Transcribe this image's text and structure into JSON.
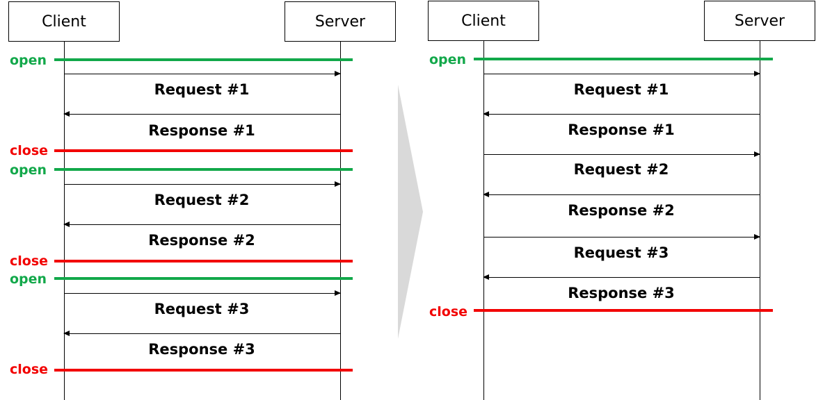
{
  "left": {
    "client_label": "Client",
    "server_label": "Server",
    "open_label": "open",
    "close_label": "close",
    "messages": [
      "Request #1",
      "Response #1",
      "Request #2",
      "Response #2",
      "Request #3",
      "Response #3"
    ]
  },
  "right": {
    "client_label": "Client",
    "server_label": "Server",
    "open_label": "open",
    "close_label": "close",
    "messages": [
      "Request #1",
      "Response #1",
      "Request #2",
      "Response #2",
      "Request #3",
      "Response #3"
    ]
  },
  "colors": {
    "open": "#12a84a",
    "close": "#f20000",
    "chevron": "#d9d9d9"
  }
}
